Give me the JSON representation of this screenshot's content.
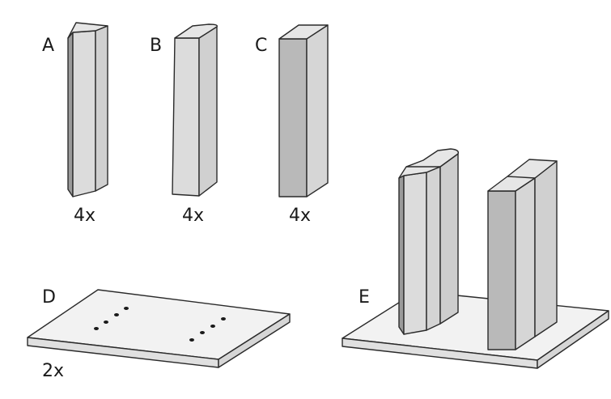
{
  "parts": [
    {
      "letter": "A",
      "quantity": "4x"
    },
    {
      "letter": "B",
      "quantity": "4x"
    },
    {
      "letter": "C",
      "quantity": "4x"
    },
    {
      "letter": "D",
      "quantity": "2x"
    },
    {
      "letter": "E"
    }
  ],
  "colors": {
    "face_light": "#dcdcdc",
    "face_mid": "#cfcfcf",
    "face_dark": "#b9b9b9",
    "face_darkest": "#9a9a9a",
    "plate_top": "#f2f2f2",
    "plate_side": "#e0e0e0",
    "edge": "#2a2a2a",
    "hole": "#1a1a1a"
  }
}
